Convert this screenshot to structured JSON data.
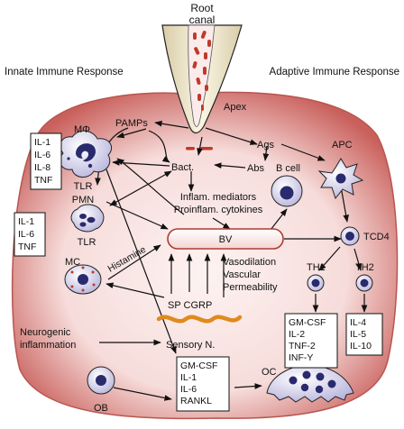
{
  "header": {
    "root_canal_line1": "Root",
    "root_canal_line2": "canal",
    "innate_title": "Innate Immune Response",
    "adaptive_title": "Adaptive Immune Response"
  },
  "labels": {
    "apex": "Apex",
    "pamps": "PAMPs",
    "macrophage": "MΦ",
    "bact": "Bact.",
    "ags": "Ags",
    "abs": "Abs",
    "b_cell": "B cell",
    "apc": "APC",
    "tlr_top": "TLR",
    "pmn": "PMN",
    "tlr_bottom": "TLR",
    "inflam_line1": "Inflam. mediators",
    "inflam_line2": "Proinflam. cytokines",
    "bv": "BV",
    "tcd4": "TCD4",
    "mc": "MC",
    "histamine": "Histamine",
    "vaso_line1": "Vasodilation",
    "vaso_line2": "Vascular",
    "vaso_line3": "Permeability",
    "th1": "TH1",
    "th2": "TH2",
    "sp_cgrp": "SP CGRP",
    "neuro_line1": "Neurogenic",
    "neuro_line2": "inflammation",
    "sensory": "Sensory N.",
    "ob": "OB",
    "oc": "OC"
  },
  "boxes": {
    "macrophage_cytokines": [
      "IL-1",
      "IL-6",
      "IL-8",
      "TNF"
    ],
    "pmn_cytokines": [
      "IL-1",
      "IL-6",
      "TNF"
    ],
    "th1_cytokines": [
      "GM-CSF",
      "IL-2",
      "TNF-2",
      "INF-Y"
    ],
    "th2_cytokines": [
      "IL-4",
      "IL-5",
      "IL-10"
    ],
    "bone_cytokines": [
      "GM-CSF",
      "IL-1",
      "IL-6",
      "RANKL"
    ]
  },
  "colors": {
    "lesion_fill": "#f6dcda",
    "lesion_edge": "#c9605c",
    "root_fill": "#f5ecd3",
    "bacteria": "#c0392b",
    "cell_fill": "#e4e2f2",
    "nucleus": "#2a2a6e",
    "nerve": "#e08a1e"
  }
}
